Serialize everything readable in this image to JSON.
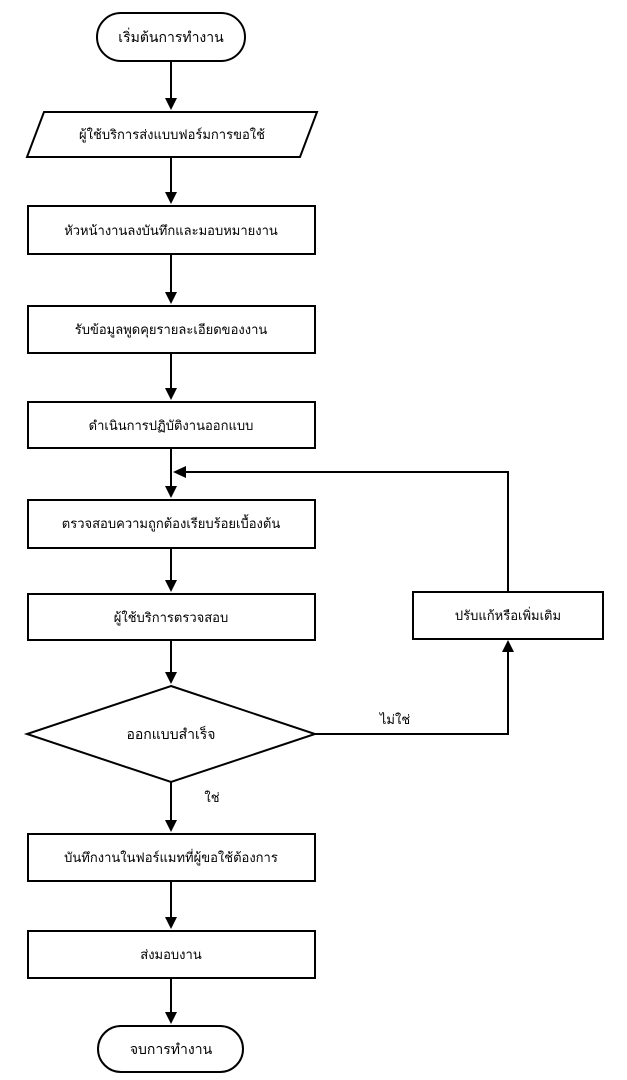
{
  "flowchart": {
    "start": "เริ่มต้นการทำงาน",
    "submit_form": "ผู้ใช้บริการส่งแบบฟอร์มการขอใช้",
    "record_assign": "หัวหน้างานลงบันทึกและมอบหมายงาน",
    "gather_details": "รับข้อมูลพูดคุยรายละเอียดของงาน",
    "do_design": "ดำเนินการปฏิบัติงานออกแบบ",
    "initial_check": "ตรวจสอบความถูกต้องเรียบร้อยเบื้องต้น",
    "user_review": "ผู้ใช้บริการตรวจสอบ",
    "decision": "ออกแบบสำเร็จ",
    "fix_or_add": "ปรับแก้หรือเพิ่มเติม",
    "save_format": "บันทึกงานในฟอร์แมทที่ผู้ขอใช้ต้องการ",
    "deliver": "ส่งมอบงาน",
    "end": "จบการทำงาน",
    "yes_label": "ใช่",
    "no_label": "ไม่ใช่"
  }
}
